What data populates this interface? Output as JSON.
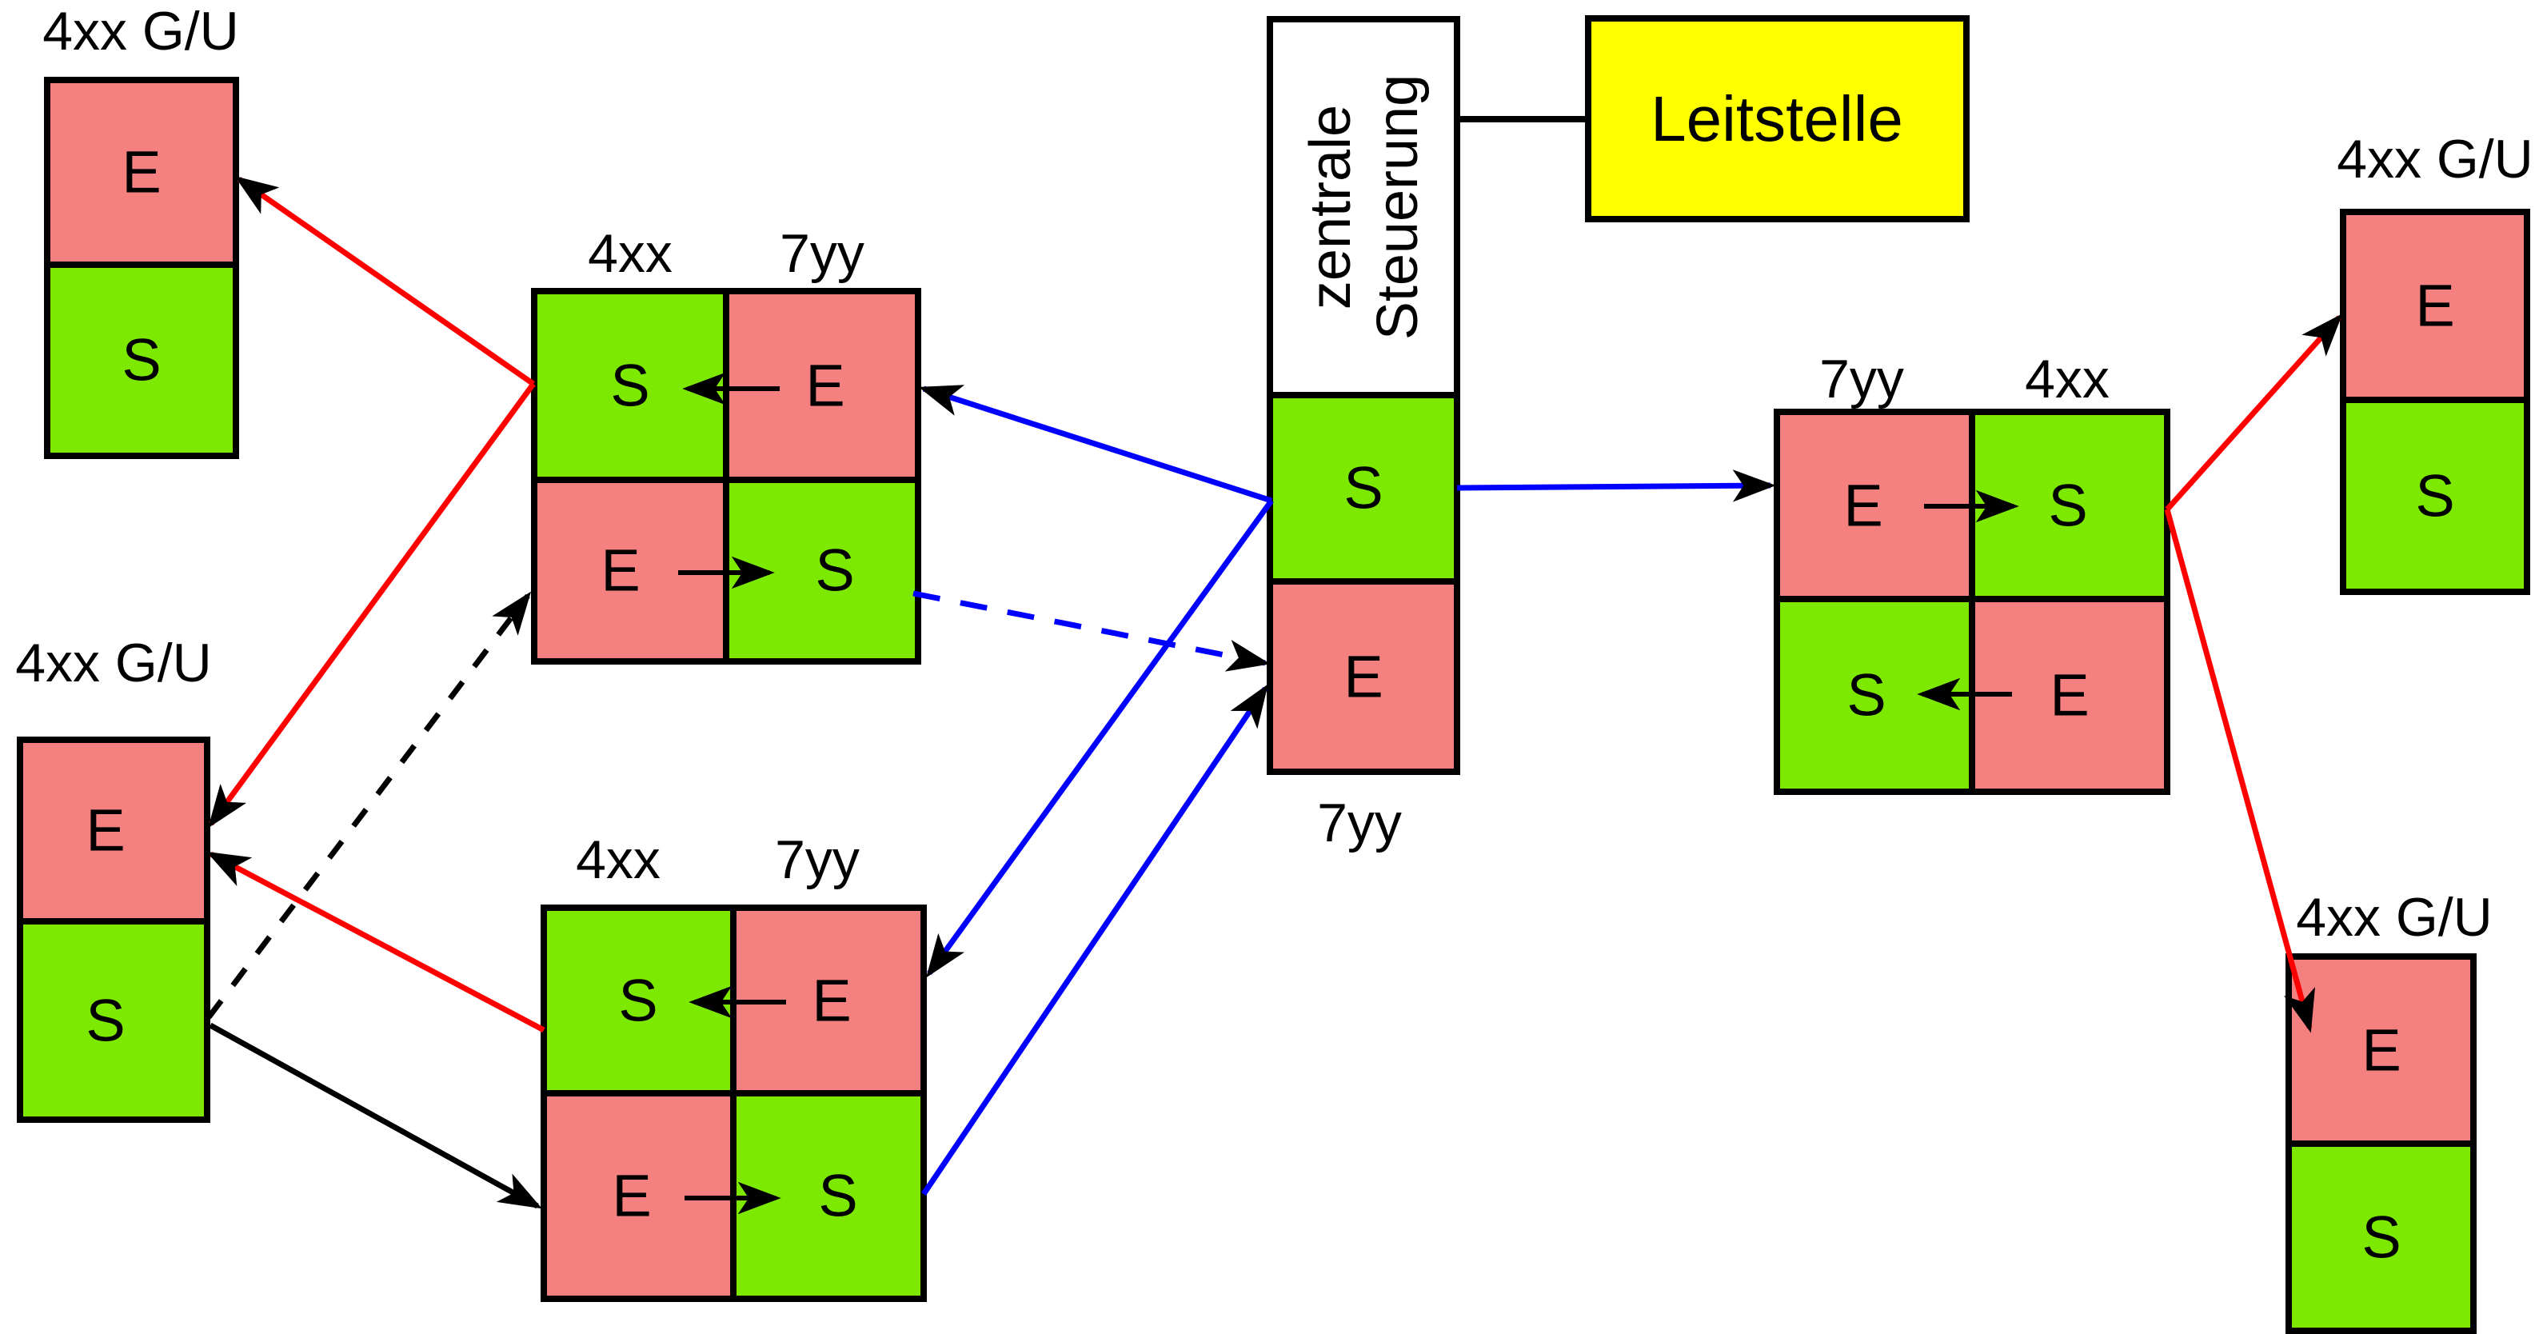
{
  "colors": {
    "box_red": "#F58080",
    "box_green": "#7DE800",
    "box_yellow": "#FFFF00",
    "box_white": "#FFFFFF",
    "line_red": "#FF0000",
    "line_blue": "#0000FF",
    "line_black": "#000000"
  },
  "leitstelle": {
    "label": "Leitstelle"
  },
  "central_unit": {
    "name_line1": "zentrale",
    "name_line2": "Steuerung",
    "sender": "S",
    "empfaenger": "E",
    "port_label": "7yy"
  },
  "gu_boxes": {
    "top_left": {
      "title": "4xx G/U",
      "top_cell": "E",
      "bottom_cell": "S"
    },
    "mid_left": {
      "title": "4xx G/U",
      "top_cell": "E",
      "bottom_cell": "S"
    },
    "top_right": {
      "title": "4xx G/U",
      "top_cell": "E",
      "bottom_cell": "S"
    },
    "bottom_right": {
      "title": "4xx G/U",
      "top_cell": "E",
      "bottom_cell": "S"
    }
  },
  "exchange_grids": {
    "upper_left": {
      "col_left": "4xx",
      "col_right": "7yy",
      "tl": "S",
      "tr": "E",
      "bl": "E",
      "br": "S"
    },
    "lower_left": {
      "col_left": "4xx",
      "col_right": "7yy",
      "tl": "S",
      "tr": "E",
      "bl": "E",
      "br": "S"
    },
    "right": {
      "col_left": "7yy",
      "col_right": "4xx",
      "tl": "E",
      "tr": "S",
      "bl": "S",
      "br": "E"
    }
  }
}
